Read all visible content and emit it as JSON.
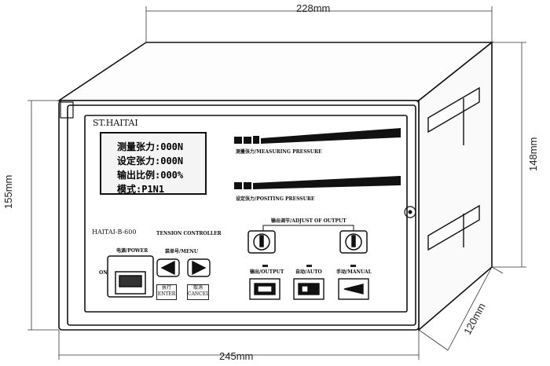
{
  "dimensions": {
    "top_width": "228mm",
    "bottom_width": "245mm",
    "left_height": "155mm",
    "right_height": "148mm",
    "depth": "120mm"
  },
  "panel": {
    "brand": "ST.HAITAI",
    "lcd_lines": [
      "测量张力:000N",
      "设定张力:000N",
      "输出比例:000%",
      "模式:P1N1"
    ],
    "model": "HAITAI-B-600",
    "subtitle": "TENSION CONTROLLER",
    "measuring_label": "测量张力/MEASURING PRESSURE",
    "positing_label": "设定张力/POSITING PRESSURE",
    "adjust_label": "输出调节/ADJUST OF OUTPUT",
    "power_label": "电源/POWER",
    "on_label": "ON",
    "menu_label": "菜单号/MENU",
    "enter_label_cn": "执行",
    "enter_label_en": "ENTER",
    "cancel_label_cn": "取消",
    "cancel_label_en": "CANCEL",
    "output_label": "输出/OUTPUT",
    "auto_label": "自动/AUTO",
    "manual_label": "手动/MANUAL"
  }
}
